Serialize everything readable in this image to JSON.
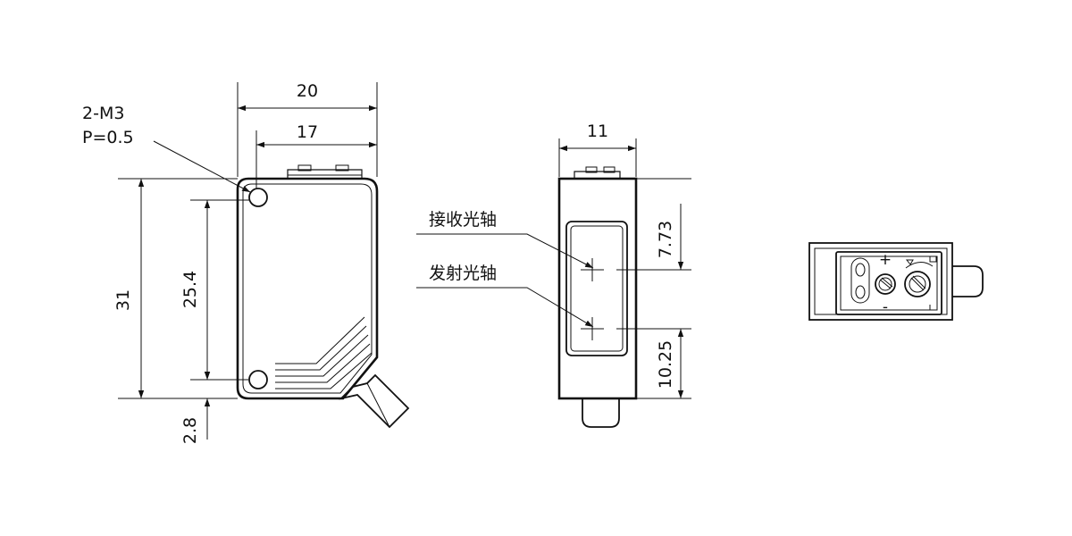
{
  "front_view": {
    "thread_callout_line1": "2-M3",
    "thread_callout_line2": "P=0.5",
    "width_overall": "20",
    "hole_pitch_horizontal": "17",
    "height_overall": "31",
    "hole_pitch_vertical": "25.4",
    "hole_offset_bottom": "2.8"
  },
  "side_view": {
    "width": "11",
    "receiver_axis_label": "接收光轴",
    "emitter_axis_label": "发射光轴",
    "receiver_axis_offset": "7.73",
    "emitter_axis_offset": "10.25"
  },
  "top_view": {
    "plus_symbol": "+",
    "minus_symbol": "-"
  }
}
